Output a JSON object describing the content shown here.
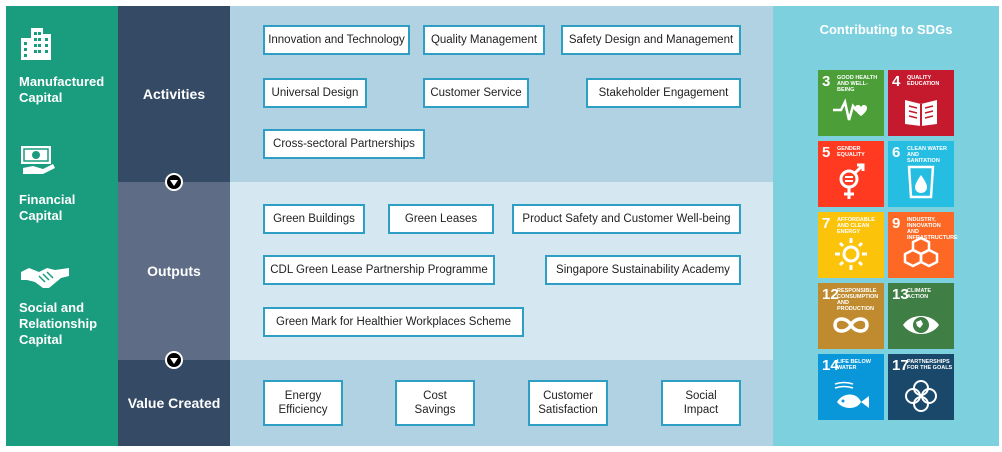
{
  "capitals": [
    {
      "icon": "buildings-icon",
      "label": "Manufactured Capital"
    },
    {
      "icon": "money-icon",
      "label": "Financial Capital"
    },
    {
      "icon": "handshake-icon",
      "label": "Social and Relationship Capital"
    }
  ],
  "stages": {
    "activities": "Activities",
    "outputs": "Outputs",
    "value_created": "Value Created"
  },
  "activities": [
    "Innovation and Technology",
    "Quality Management",
    "Safety Design and Management",
    "Universal Design",
    "Customer Service",
    "Stakeholder Engagement",
    "Cross-sectoral Partnerships"
  ],
  "outputs": [
    "Green Buildings",
    "Green Leases",
    "Product Safety and Customer Well-being",
    "CDL Green Lease Partnership Programme",
    "Singapore Sustainability Academy",
    "Green Mark for Healthier Workplaces Scheme"
  ],
  "value_created": [
    {
      "line1": "Energy",
      "line2": "Efficiency"
    },
    {
      "line1": "Cost",
      "line2": "Savings"
    },
    {
      "line1": "Customer",
      "line2": "Satisfaction"
    },
    {
      "line1": "Social",
      "line2": "Impact"
    }
  ],
  "sdg": {
    "title": "Contributing to SDGs",
    "goals": [
      {
        "number": "3",
        "title": "Good Health and Well-being",
        "color": "#4c9f38",
        "icon": "heartbeat-icon"
      },
      {
        "number": "4",
        "title": "Quality Education",
        "color": "#c5192d",
        "icon": "book-icon"
      },
      {
        "number": "5",
        "title": "Gender Equality",
        "color": "#ff3a21",
        "icon": "gender-icon"
      },
      {
        "number": "6",
        "title": "Clean Water and Sanitation",
        "color": "#26bde2",
        "icon": "water-drop-icon"
      },
      {
        "number": "7",
        "title": "Affordable and Clean Energy",
        "color": "#fcc30b",
        "icon": "sun-icon"
      },
      {
        "number": "9",
        "title": "Industry, Innovation and Infrastructure",
        "color": "#fd6925",
        "icon": "cubes-icon"
      },
      {
        "number": "12",
        "title": "Responsible Consumption and Production",
        "color": "#bf8b2e",
        "icon": "infinity-icon"
      },
      {
        "number": "13",
        "title": "Climate Action",
        "color": "#3f7e44",
        "icon": "eye-globe-icon"
      },
      {
        "number": "14",
        "title": "Life Below Water",
        "color": "#0a97d9",
        "icon": "fish-icon"
      },
      {
        "number": "17",
        "title": "Partnerships for the Goals",
        "color": "#19486a",
        "icon": "rings-icon"
      }
    ]
  }
}
